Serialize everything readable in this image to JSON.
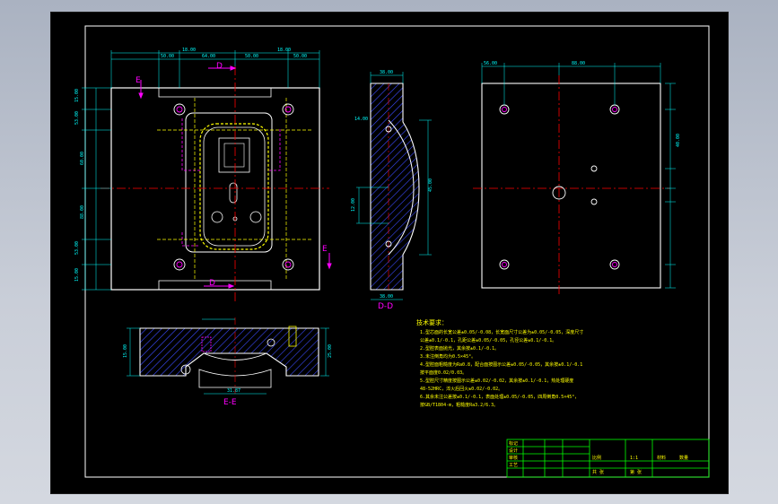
{
  "section_labels": {
    "top_view_section_mark": "D",
    "side_section_mark": "E",
    "section_view_dd": "D-D",
    "section_view_ee": "E-E"
  },
  "notes": {
    "title": "技术要求：",
    "lines": [
      "1.型芯面的长宽公差±0.05/-0.08，长宽面尺寸公差为±0.05/-0.05，深度尺寸",
      "  公差±0.1/-0.1，孔距公差±0.05/-0.05，孔径公差±0.1/-0.1。",
      "2.型腔表面抛光，其余按±0.1/-0.1。",
      "3.未注倒角均为0.5×45°。",
      "4.型腔面粗糙度为Ra0.8，配合面按图示公差±0.05/-0.05，其余按±0.1/-0.1",
      "  按平面度0.02/0.03。",
      "5.型腔尺寸精度按图示公差±0.02/-0.02，其余按±0.1/-0.1，热处理硬度",
      "  48-52HRC，淬火后回火±0.02/-0.02。",
      "6.其余未注公差按±0.1/-0.1，表面处理±0.05/-0.05，四周倒角0.5×45°，",
      "  按GB/T1804-m，粗糙度Ra3.2/6.3。"
    ]
  },
  "title_block": {
    "rows": [
      "标记",
      "设计",
      "审核",
      "工艺"
    ],
    "cell_a": "比例",
    "cell_b": "1:1",
    "cell_c": "材料",
    "cell_d": "数量",
    "bottom_a": "共 张",
    "bottom_b": "第 张"
  },
  "dimensions": {
    "top_width_labels": [
      "18.00",
      "50.00",
      "64.00",
      "50.00",
      "18.00",
      "50.00"
    ],
    "left_height_labels": [
      "15.00",
      "53.00",
      "60.00",
      "88.00",
      "53.00",
      "15.00"
    ],
    "dd_dims": [
      "38.00",
      "14.00",
      "45.00",
      "38.00",
      "12.00"
    ],
    "right_plate_dims": [
      "56.00",
      "88.00",
      "40.00"
    ],
    "ee_dims": [
      "15.00",
      "25.00",
      "31.87"
    ]
  },
  "colors": {
    "background": "#000000",
    "frame": "#ffffff",
    "outline": "#ffffff",
    "dimension": "#00ffff",
    "center_line": "#ff0000",
    "hatch": "#3b4bff",
    "section": "#ff00ff",
    "highlight": "#ffff00"
  }
}
